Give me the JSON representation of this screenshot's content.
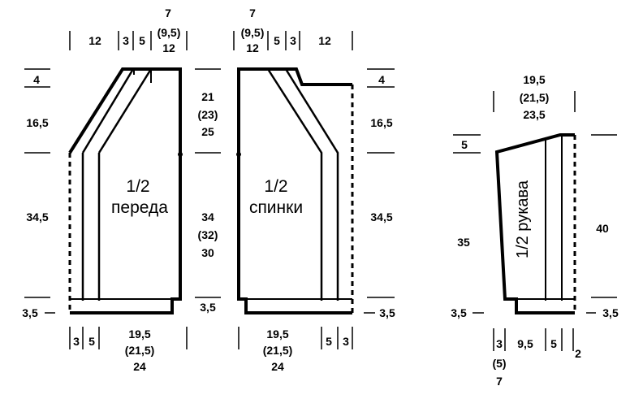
{
  "front": {
    "title_fraction": "1/2",
    "title_word": "переда",
    "top_widths": [
      "12",
      "3",
      "5"
    ],
    "top_neck": [
      "7",
      "(9,5)",
      "12"
    ],
    "left_heights": [
      "4",
      "16,5",
      "34,5",
      "3,5"
    ],
    "armhole_depth": [
      "21",
      "(23)",
      "25"
    ],
    "side_length": [
      "34",
      "(32)",
      "30"
    ],
    "hem": "3,5",
    "bottom_widths": [
      "3",
      "5"
    ],
    "bottom_half": [
      "19,5",
      "(21,5)",
      "24"
    ]
  },
  "back": {
    "title_fraction": "1/2",
    "title_word": "спинки",
    "top_neck": [
      "7",
      "(9,5)",
      "12"
    ],
    "top_widths": [
      "5",
      "3",
      "12"
    ],
    "right_heights": [
      "4",
      "16,5",
      "34,5",
      "3,5"
    ],
    "bottom_half": [
      "19,5",
      "(21,5)",
      "24"
    ],
    "bottom_widths": [
      "5",
      "3"
    ]
  },
  "sleeve": {
    "title": "1/2 рукава",
    "top_width": [
      "19,5",
      "(21,5)",
      "23,5"
    ],
    "left_heights": [
      "5",
      "35",
      "3,5"
    ],
    "right_heights": [
      "40",
      "3,5"
    ],
    "bottom_widths": [
      "3",
      "9,5",
      "5",
      "2"
    ],
    "bottom_alt": [
      "(5)",
      "7"
    ]
  }
}
